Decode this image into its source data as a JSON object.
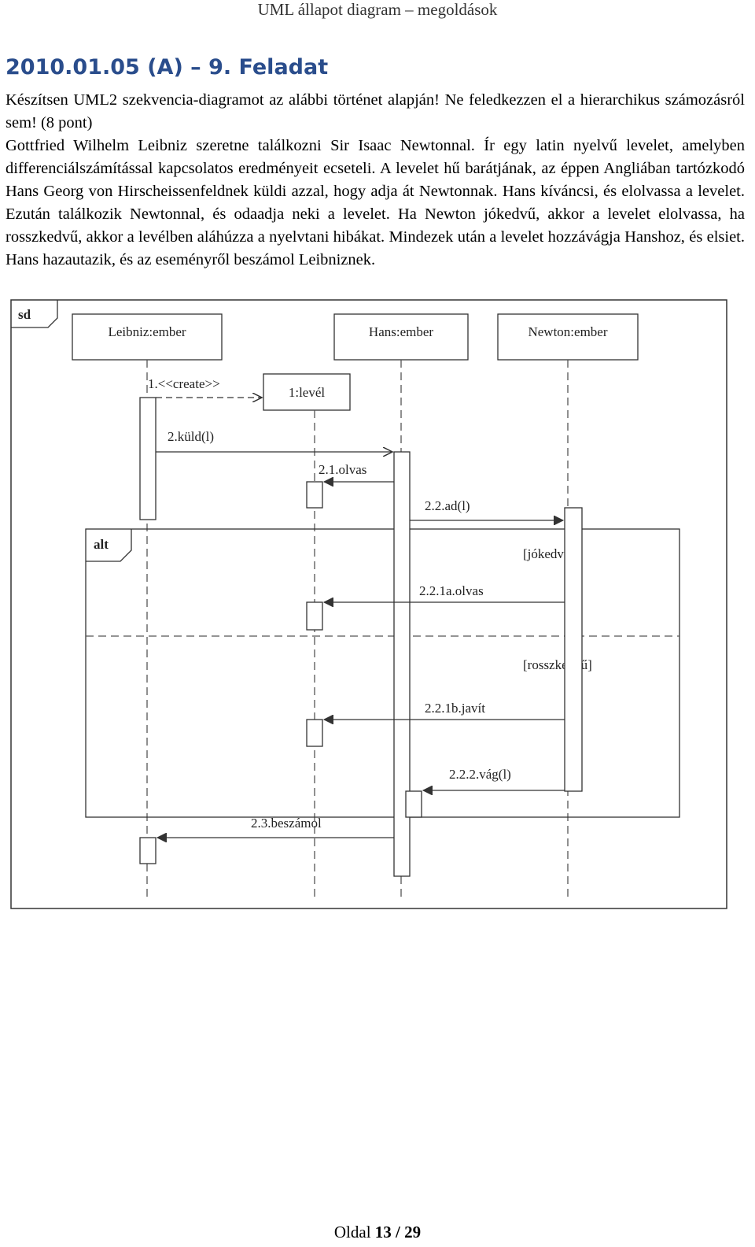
{
  "header": {
    "running_title": "UML állapot diagram – megoldások"
  },
  "task": {
    "title": "2010.01.05 (A) – 9. Feladat",
    "instruction": "Készítsen UML2 szekvencia-diagramot az alábbi történet alapján! Ne feledkezzen el a hierarchikus számozásról sem! (8 pont)",
    "story": "Gottfried Wilhelm Leibniz szeretne találkozni Sir Isaac Newtonnal. Ír egy latin nyelvű levelet, amelyben differenciálszámítással kapcsolatos eredményeit ecseteli. A levelet hű barátjának, az éppen Angliában tartózkodó Hans Georg von Hirscheissenfeldnek küldi azzal, hogy adja át Newtonnak. Hans kíváncsi, és elolvassa a levelet. Ezután találkozik Newtonnal, és odaadja neki a levelet. Ha Newton jókedvű, akkor a levelet elolvassa, ha rosszkedvű, akkor a levélben aláhúzza a nyelvtani hibákat. Mindezek után a levelet hozzávágja Hanshoz, és elsiet. Hans hazautazik, és az eseményről beszámol Leibniznek."
  },
  "diagram": {
    "frame_label": "sd",
    "lifelines": [
      "Leibniz:ember",
      "Hans:ember",
      "Newton:ember"
    ],
    "created_object": "1:levél",
    "fragment_label": "alt",
    "guards": [
      "[jókedvű]",
      "[rosszkedvű]"
    ],
    "messages": [
      "1.<<create>>",
      "2.küld(l)",
      "2.1.olvas",
      "2.2.ad(l)",
      "2.2.1a.olvas",
      "2.2.1b.javít",
      "2.2.2.vág(l)",
      "2.3.beszámol"
    ]
  },
  "footer": {
    "prefix": "Oldal",
    "current": "13",
    "separator": "/",
    "total": "29"
  }
}
